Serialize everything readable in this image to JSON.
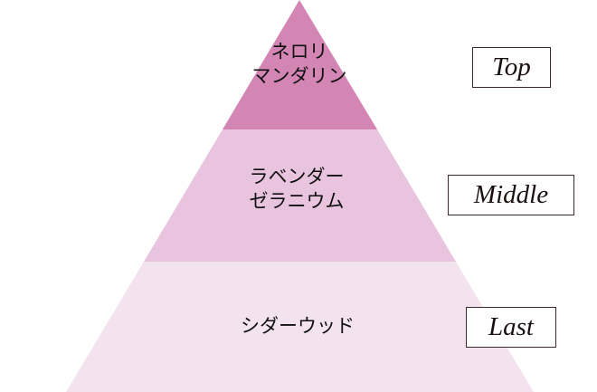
{
  "colors": {
    "top": "#d386b4",
    "middle": "#e8c4de",
    "last": "#f3e3ef"
  },
  "tiers": [
    {
      "label": "Top",
      "notes": [
        "ネロリ",
        "マンダリン"
      ]
    },
    {
      "label": "Middle",
      "notes": [
        "ラベンダー",
        "ゼラニウム"
      ]
    },
    {
      "label": "Last",
      "notes": [
        "シダーウッド"
      ]
    }
  ]
}
